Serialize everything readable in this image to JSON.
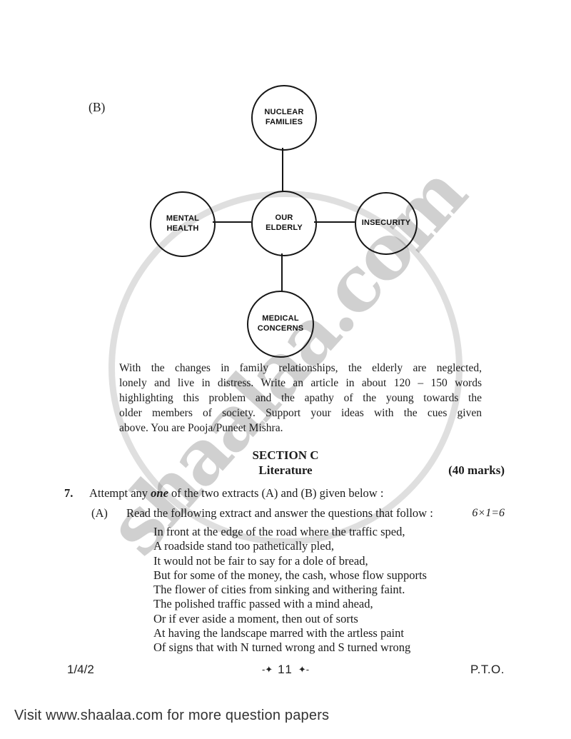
{
  "watermark": {
    "text": "shaalaa.com"
  },
  "annotation": {
    "part_label": "(B)"
  },
  "diagram": {
    "nodes": [
      {
        "name": "nuclear-families",
        "line1": "NUCLEAR",
        "line2": "FAMILIES"
      },
      {
        "name": "mental-health",
        "line1": "MENTAL",
        "line2": "HEALTH"
      },
      {
        "name": "our-elderly",
        "line1": "OUR",
        "line2": "ELDERLY"
      },
      {
        "name": "insecurity",
        "line1": "INSECURITY",
        "line2": ""
      },
      {
        "name": "medical-concerns",
        "line1": "MEDICAL",
        "line2": "CONCERNS"
      }
    ]
  },
  "article_prompt": {
    "lines": [
      "With the changes in family relationships, the elderly are neglected,",
      "lonely and live in distress. Write an article in about 120 – 150 words",
      "highlighting this problem and the apathy of the young towards the",
      "older members of society. Support your ideas with the cues given",
      "above. You are Pooja/Puneet Mishra."
    ]
  },
  "section": {
    "title": "SECTION C",
    "subtitle": "Literature",
    "marks": "(40 marks)"
  },
  "question7": {
    "number": "7.",
    "text_prefix": "Attempt any ",
    "text_emphasis": "one",
    "text_suffix": " of the two extracts (A) and (B) given below :",
    "part_a_label": "(A)",
    "part_a_text": "Read the following extract and answer the questions that follow :",
    "part_a_marks": "6×1=6"
  },
  "poem": {
    "lines": [
      "In front at the edge of the road where the traffic sped,",
      "A roadside stand too pathetically pled,",
      "It would not be fair to say for a dole of bread,",
      "But for some of the money, the cash, whose flow supports",
      "The flower of cities from sinking and withering faint.",
      "The polished traffic passed with a mind ahead,",
      "Or if ever aside a moment, then out of sorts",
      "At having the landscape marred with the artless paint",
      "Of signs that with N turned wrong and S turned wrong"
    ]
  },
  "footer": {
    "paper_code": "1/4/2",
    "ornament_left": "-✦",
    "page_number": "11",
    "ornament_right": "✦-",
    "pto": "P.T.O."
  },
  "site_bar": {
    "text": "Visit www.shaalaa.com for more question papers"
  },
  "colors": {
    "ink": "#1c1c1c",
    "watermark_gray": "#c9c9c9"
  }
}
